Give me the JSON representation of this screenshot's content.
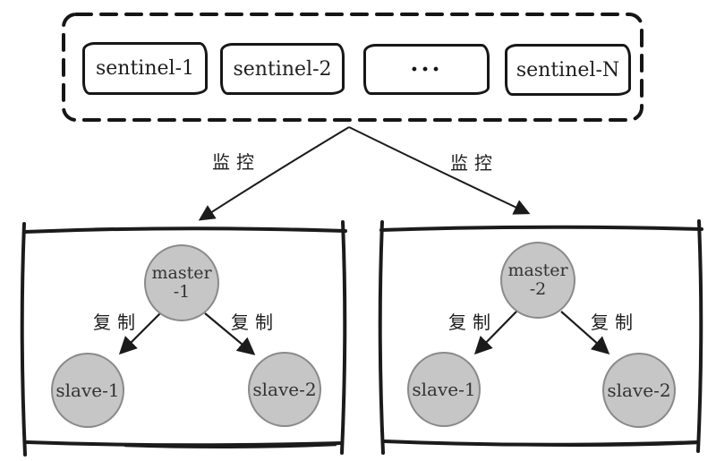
{
  "sentinel_cluster": {
    "boxes": [
      {
        "label": "sentinel-1"
      },
      {
        "label": "sentinel-2"
      },
      {
        "label": "···"
      },
      {
        "label": "sentinel-N"
      }
    ]
  },
  "edges": {
    "monitor_left_label": "监控",
    "monitor_right_label": "监控"
  },
  "replica_groups": [
    {
      "master": {
        "line1": "master",
        "line2": "-1"
      },
      "replicate_left_label": "复制",
      "replicate_right_label": "复制",
      "slaves": [
        {
          "label": "slave-1"
        },
        {
          "label": "slave-2"
        }
      ]
    },
    {
      "master": {
        "line1": "master",
        "line2": "-2"
      },
      "replicate_left_label": "复制",
      "replicate_right_label": "复制",
      "slaves": [
        {
          "label": "slave-1"
        },
        {
          "label": "slave-2"
        }
      ]
    }
  ],
  "colors": {
    "stroke": "#1b1b1b",
    "node_fill": "#c6c6c6",
    "node_border": "#8a8a8a",
    "background": "#ffffff"
  }
}
